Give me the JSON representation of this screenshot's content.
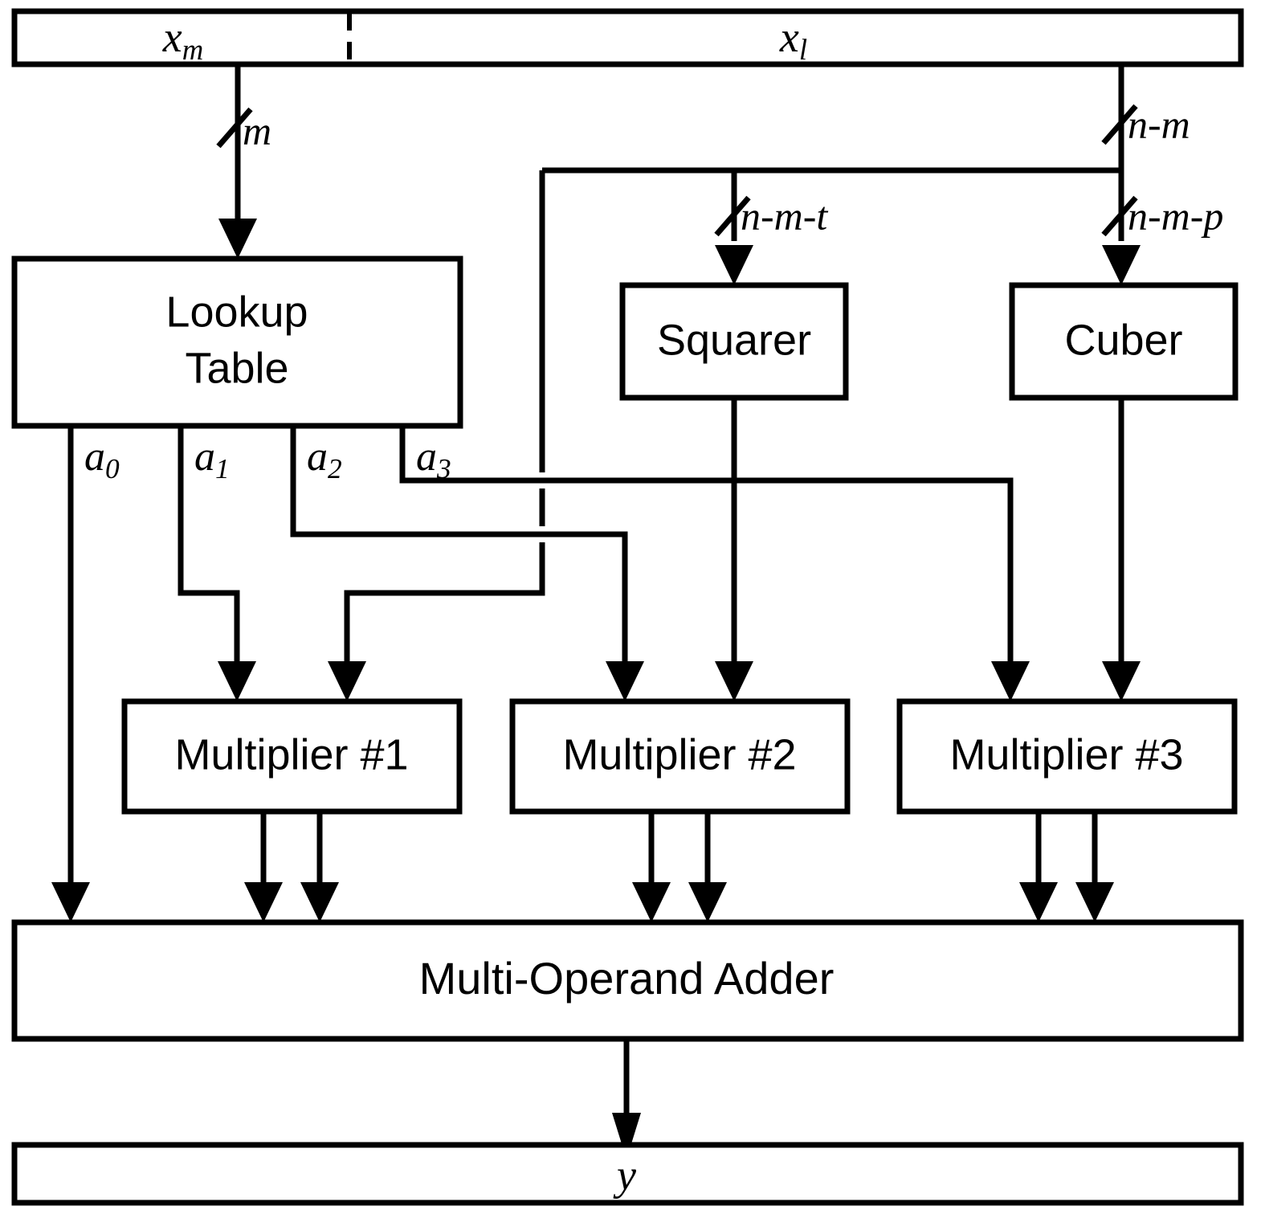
{
  "diagram": {
    "title": "Piecewise polynomial function evaluation datapath",
    "type": "block-diagram",
    "colors": {
      "stroke": "#000000",
      "fill": "#ffffff",
      "background": "#ffffff"
    }
  },
  "input_bus": {
    "name": "input-bus",
    "segments": [
      {
        "key": "xm",
        "label": "x",
        "sub": "m"
      },
      {
        "key": "xl",
        "label": "x",
        "sub": "l"
      }
    ]
  },
  "blocks": [
    {
      "key": "lookup_table",
      "label_line1": "Lookup",
      "label_line2": "Table"
    },
    {
      "key": "squarer",
      "label": "Squarer"
    },
    {
      "key": "cuber",
      "label": "Cuber"
    },
    {
      "key": "multiplier1",
      "label": "Multiplier #1"
    },
    {
      "key": "multiplier2",
      "label": "Multiplier #2"
    },
    {
      "key": "multiplier3",
      "label": "Multiplier #3"
    },
    {
      "key": "adder",
      "label": "Multi-Operand Adder"
    }
  ],
  "bus_widths": [
    {
      "key": "m",
      "text": "m"
    },
    {
      "key": "n_m",
      "text": "n-m"
    },
    {
      "key": "n_m_t",
      "text": "n-m-t"
    },
    {
      "key": "n_m_p",
      "text": "n-m-p"
    }
  ],
  "coefficients": [
    {
      "key": "a0",
      "label": "a",
      "sub": "0"
    },
    {
      "key": "a1",
      "label": "a",
      "sub": "1"
    },
    {
      "key": "a2",
      "label": "a",
      "sub": "2"
    },
    {
      "key": "a3",
      "label": "a",
      "sub": "3"
    }
  ],
  "output_bus": {
    "key": "y",
    "label": "y"
  },
  "connections": [
    {
      "from": "xm",
      "to": "lookup_table",
      "width": "m"
    },
    {
      "from": "xl",
      "to": "cuber",
      "width": "n-m-p"
    },
    {
      "from": "xl",
      "to": "squarer",
      "width": "n-m-t"
    },
    {
      "from": "xl",
      "to": "multiplier1",
      "width": "n-m"
    },
    {
      "from": "lookup_table",
      "to": "multiplier1",
      "signal": "a1"
    },
    {
      "from": "lookup_table",
      "to": "multiplier2",
      "signal": "a2"
    },
    {
      "from": "lookup_table",
      "to": "multiplier3",
      "signal": "a3"
    },
    {
      "from": "lookup_table",
      "to": "adder",
      "signal": "a0"
    },
    {
      "from": "squarer",
      "to": "multiplier2"
    },
    {
      "from": "cuber",
      "to": "multiplier3"
    },
    {
      "from": "multiplier1",
      "to": "adder"
    },
    {
      "from": "multiplier2",
      "to": "adder"
    },
    {
      "from": "multiplier3",
      "to": "adder"
    },
    {
      "from": "adder",
      "to": "y"
    }
  ]
}
